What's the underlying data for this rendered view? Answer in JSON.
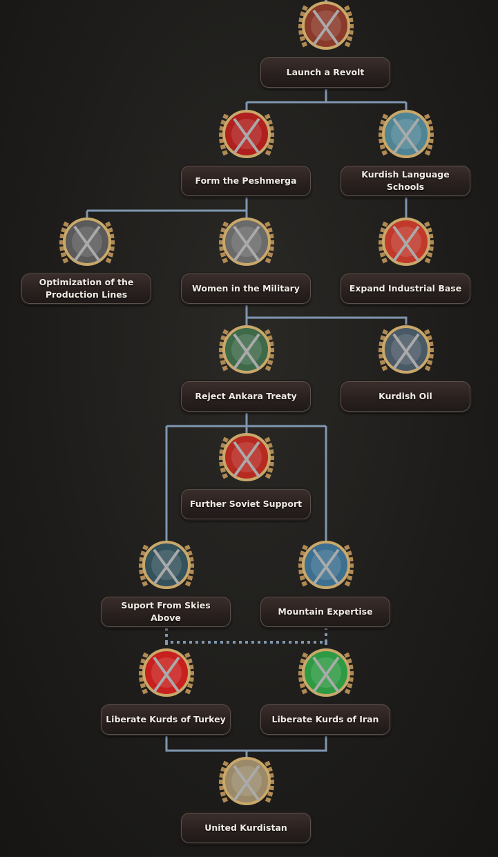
{
  "line_color": "#7f97b0",
  "focuses": [
    {
      "id": "launch-a-revolt",
      "label": "Launch a Revolt",
      "icon": "crossed-swords-icon",
      "color": "#8a3a2a"
    },
    {
      "id": "form-the-peshmerga",
      "label": "Form the Peshmerga",
      "icon": "shield-emblem-icon",
      "color": "#b0201e"
    },
    {
      "id": "kurdish-language-schools",
      "label": "Kurdish Language Schools",
      "icon": "flask-icon",
      "color": "#4f8494"
    },
    {
      "id": "optimization-of-the-production-lines",
      "label": "Optimization of the Production Lines",
      "icon": "tank-icon",
      "color": "#5a5a5a"
    },
    {
      "id": "women-in-the-military",
      "label": "Women in the Military",
      "icon": "soldiers-plane-icon",
      "color": "#6a6a6a"
    },
    {
      "id": "expand-industrial-base",
      "label": "Expand Industrial Base",
      "icon": "red-flag-worker-icon",
      "color": "#c0392b"
    },
    {
      "id": "reject-ankara-treaty",
      "label": "Reject Ankara Treaty",
      "icon": "torn-document-icon",
      "color": "#3f6a4a"
    },
    {
      "id": "kurdish-oil",
      "label": "Kurdish Oil",
      "icon": "oil-derrick-icon",
      "color": "#4a5966"
    },
    {
      "id": "further-soviet-support",
      "label": "Further Soviet Support",
      "icon": "soviet-star-icon",
      "color": "#b72a22"
    },
    {
      "id": "suport-from-skies-above",
      "label": "Suport From Skies Above",
      "icon": "airplane-icon",
      "color": "#34525c"
    },
    {
      "id": "mountain-expertise",
      "label": "Mountain Expertise",
      "icon": "mountain-icon",
      "color": "#3c6f90"
    },
    {
      "id": "liberate-kurds-of-turkey",
      "label": "Liberate Kurds of Turkey",
      "icon": "turkey-flag-swords-icon",
      "color": "#c8201e"
    },
    {
      "id": "liberate-kurds-of-iran",
      "label": "Liberate Kurds of Iran",
      "icon": "iran-flag-swords-icon",
      "color": "#2f9a44"
    },
    {
      "id": "united-kurdistan",
      "label": "United Kurdistan",
      "icon": "kurdistan-map-icon",
      "color": "#9a8a6a"
    }
  ]
}
